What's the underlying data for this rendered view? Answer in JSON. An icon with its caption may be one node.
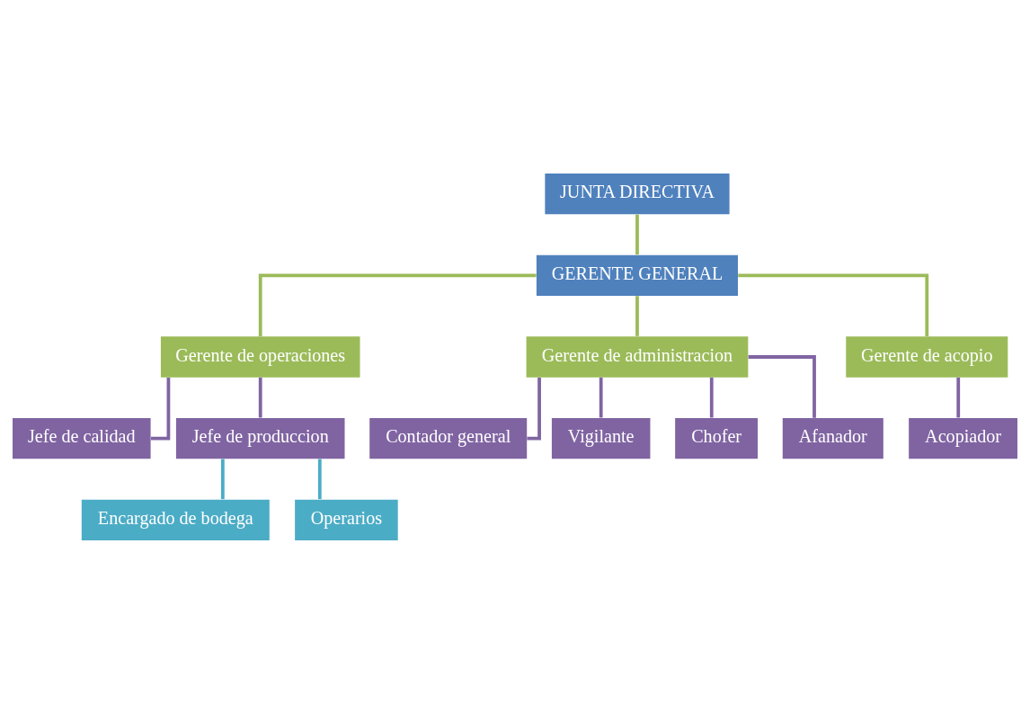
{
  "diagram": {
    "nodes": [
      {
        "text": [
          "JUNTA DIRECTIVA"
        ]
      },
      {
        "text": [
          "GERENTE GENERAL"
        ]
      },
      {
        "text": [
          "Gerente de operaciones"
        ]
      },
      {
        "text": [
          "Gerente de administracion"
        ]
      },
      {
        "text": [
          "Gerente de acopio"
        ]
      },
      {
        "text": [
          "Jefe de calidad"
        ]
      },
      {
        "text": [
          "Jefe de produccion"
        ]
      },
      {
        "text": [
          "Encargado de bodega"
        ]
      },
      {
        "text": [
          "Operarios"
        ]
      },
      {
        "text": [
          "Contador general"
        ]
      },
      {
        "text": [
          "Vigilante"
        ]
      },
      {
        "text": [
          "Chofer"
        ]
      },
      {
        "text": [
          "Afanador"
        ]
      },
      {
        "text": [
          "Acopiador"
        ]
      }
    ],
    "edges": [
      {
        "from": 0,
        "to": 1,
        "arrow": "none",
        "color": "#9bbb59"
      },
      {
        "from": 1,
        "to": 2,
        "arrow": "none",
        "color": "#9bbb59"
      },
      {
        "from": 1,
        "to": 3,
        "arrow": "none",
        "color": "#9bbb59"
      },
      {
        "from": 1,
        "to": 4,
        "arrow": "none",
        "color": "#9bbb59"
      },
      {
        "from": 2,
        "to": 5,
        "arrow": "none"
      },
      {
        "from": 2,
        "to": 6,
        "arrow": "none"
      },
      {
        "from": 6,
        "to": 7,
        "arrow": "none",
        "color": "#4bacc6"
      },
      {
        "from": 6,
        "to": 8,
        "arrow": "none",
        "color": "#4bacc6"
      },
      {
        "from": 3,
        "to": 9,
        "arrow": "none"
      },
      {
        "from": 3,
        "to": 10,
        "arrow": "none"
      },
      {
        "from": 3,
        "to": 11,
        "arrow": "none"
      },
      {
        "from": 3,
        "to": 12,
        "arrow": "none"
      },
      {
        "from": 4,
        "to": 13,
        "arrow": "none"
      }
    ]
  }
}
